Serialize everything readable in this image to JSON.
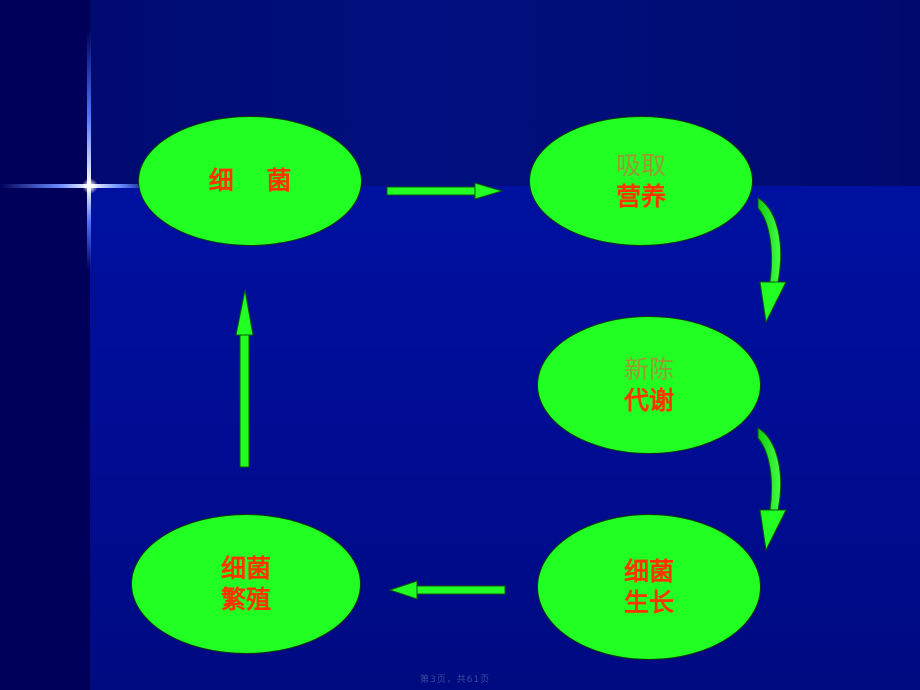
{
  "nodes": {
    "bacteria": {
      "line1": "细  菌"
    },
    "nutrition": {
      "line1": "吸取",
      "line2": "营养"
    },
    "metabolism": {
      "line1": "新陈",
      "line2": "代谢"
    },
    "growth": {
      "line1": "细菌",
      "line2": "生长"
    },
    "reproduction": {
      "line1": "细菌",
      "line2": "繁殖"
    }
  },
  "colors": {
    "node_fill": "#22ff22",
    "text_primary": "#ff3300",
    "text_secondary": "#999933",
    "background": "#000066"
  },
  "footer": {
    "page_text": "第3页，共61页"
  }
}
